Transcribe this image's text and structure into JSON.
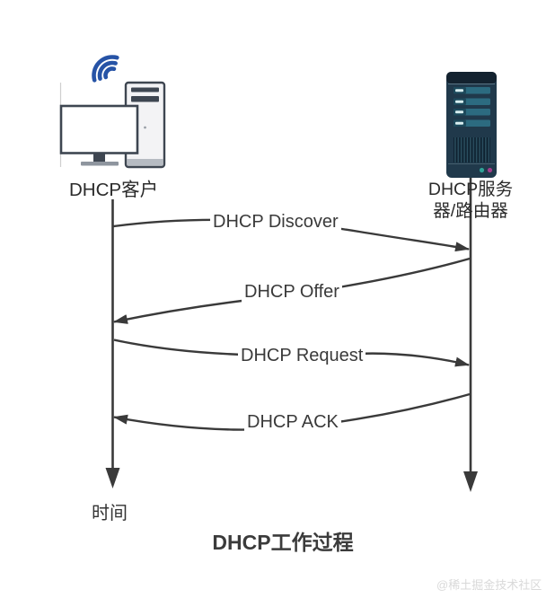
{
  "diagram": {
    "title": "DHCP工作过程",
    "watermark": "@稀土掘金技术社区",
    "time_axis_label": "时间",
    "actors": [
      {
        "id": "client",
        "label": "DHCP客户",
        "icon": "desktop-computer-with-wifi"
      },
      {
        "id": "server",
        "label": "DHCP服务器/路由器",
        "icon": "server-tower"
      }
    ],
    "messages": [
      {
        "from": "client",
        "to": "server",
        "label": "DHCP Discover"
      },
      {
        "from": "server",
        "to": "client",
        "label": "DHCP Offer"
      },
      {
        "from": "client",
        "to": "server",
        "label": "DHCP Request"
      },
      {
        "from": "server",
        "to": "client",
        "label": "DHCP ACK"
      }
    ],
    "colors": {
      "line": "#3a3a3a",
      "wifi_blue": "#2653a6",
      "computer_outline": "#3e4651",
      "server_body": "#20394b",
      "server_cap": "#13222f",
      "server_bay": "#2c6b80",
      "server_bay_highlight": "#d8eef0",
      "led_green": "#2fa296",
      "led_magenta": "#a23d8a",
      "watermark_gray": "#d9d9d9"
    }
  }
}
